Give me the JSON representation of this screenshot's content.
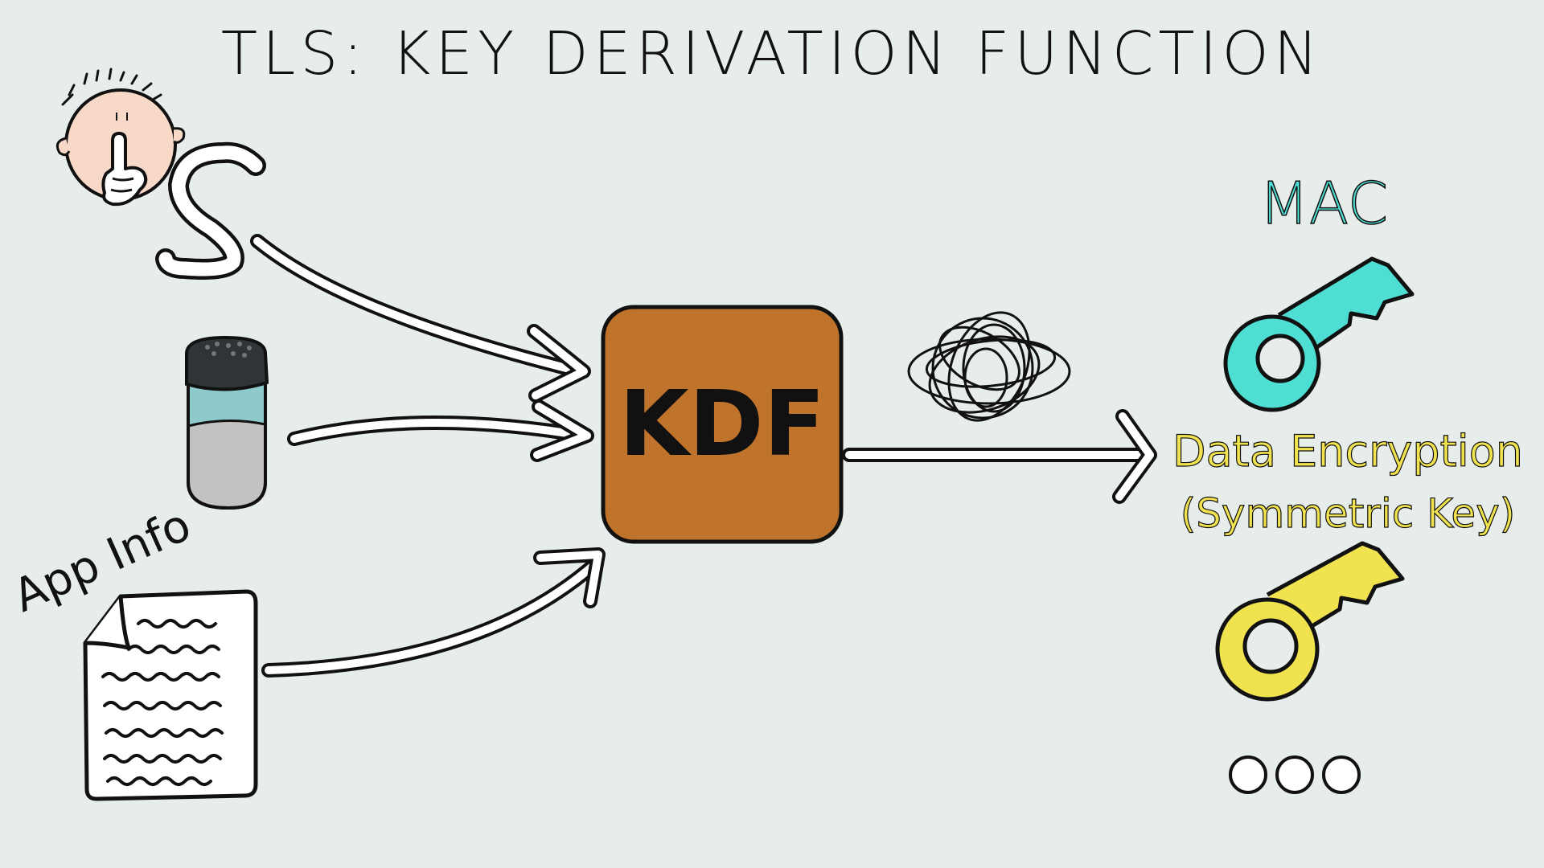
{
  "title": "TLS: KEY DERIVATION FUNCTION",
  "inputs": {
    "secret_label": "S",
    "app_info_label": "App Info"
  },
  "kdf": {
    "label": "KDF"
  },
  "outputs": {
    "mac_label": "MAC",
    "data_encryption_label": "Data Encryption",
    "symmetric_key_label": "(Symmetric Key)"
  },
  "colors": {
    "background": "#e7edeb",
    "kdf_box": "#c0732b",
    "mac": "#4fded4",
    "data_encryption": "#f1e24f",
    "ink": "#111111"
  },
  "icons": {
    "secret_person": "shushing-face-icon",
    "salt": "salt-shaker-icon",
    "document": "document-icon",
    "scribble": "scribble-icon",
    "mac_key": "key-icon",
    "encryption_key": "key-icon",
    "more": "ellipsis-icon"
  }
}
